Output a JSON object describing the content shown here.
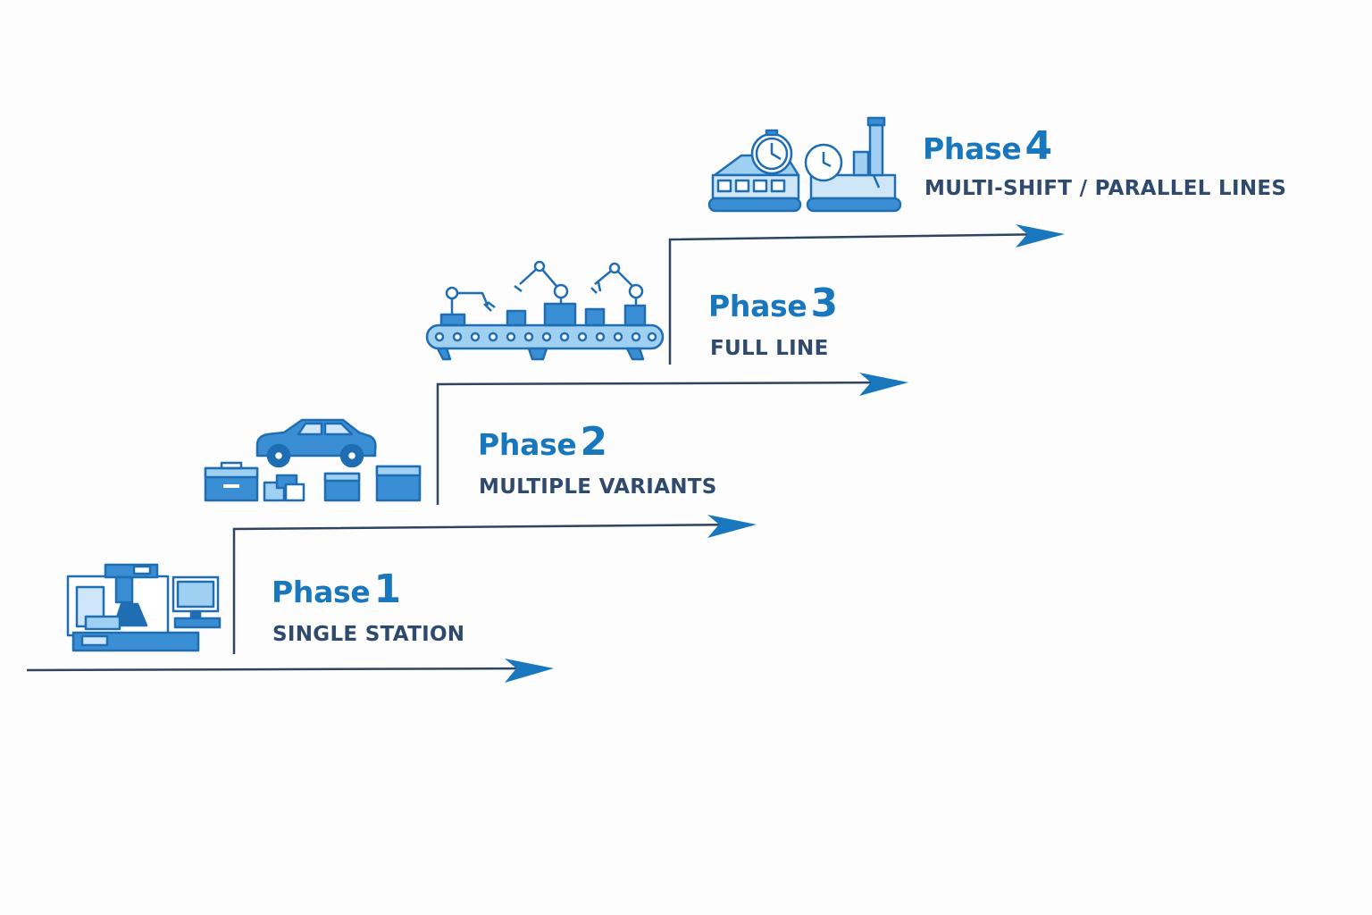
{
  "phases": [
    {
      "label": "Phase",
      "number": "1",
      "subtitle": "SINGLE STATION",
      "icon": "workstation-icon"
    },
    {
      "label": "Phase",
      "number": "2",
      "subtitle": "MULTIPLE VARIANTS",
      "icon": "car-variants-icon"
    },
    {
      "label": "Phase",
      "number": "3",
      "subtitle": "FULL LINE",
      "icon": "robotic-line-icon"
    },
    {
      "label": "Phase",
      "number": "4",
      "subtitle": "MULTI-SHIFT / PARALLEL LINES",
      "icon": "parallel-lines-clock-icon"
    }
  ],
  "colors": {
    "phase_title": "#1877bd",
    "subtitle": "#2f4a6d",
    "step_line": "#2f4463",
    "arrowhead": "#1877bd",
    "icon_dark": "#1f6db3",
    "icon_mid": "#3a8fd4",
    "icon_light": "#9fd0f2"
  }
}
